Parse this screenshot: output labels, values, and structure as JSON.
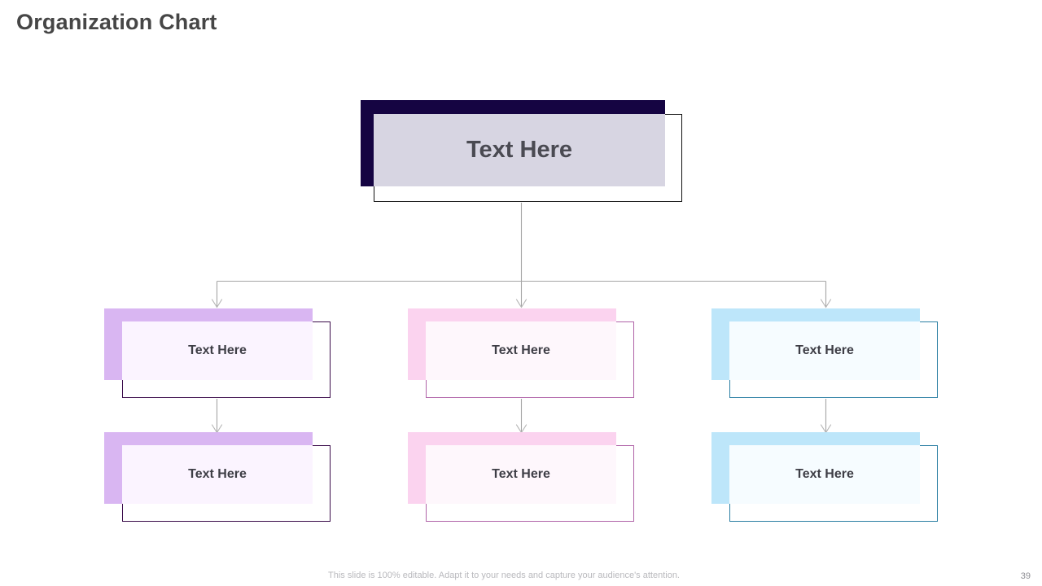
{
  "slide": {
    "title": "Organization Chart",
    "page_number": "39",
    "footer_note": "This slide is 100% editable. Adapt it to your needs and capture your audience's attention.",
    "background_color": "#ffffff"
  },
  "chart_data": {
    "type": "diagram",
    "diagram_kind": "organization-chart",
    "title": "Organization Chart",
    "levels": 3,
    "branches": 3,
    "nodes": [
      {
        "id": "root",
        "level": 1,
        "label": "Text Here",
        "shadow_color": "#150442",
        "fill_color": "#d7d5e2",
        "border_color": "#111111"
      },
      {
        "id": "l2-left",
        "level": 2,
        "branch": "left",
        "label": "Text Here",
        "shadow_color": "#d9b6f2",
        "fill_color": "#fbf4ff",
        "border_color": "#3a0b4a"
      },
      {
        "id": "l2-mid",
        "level": 2,
        "branch": "middle",
        "label": "Text Here",
        "shadow_color": "#fbd3ef",
        "fill_color": "#fef7fc",
        "border_color": "#b063a8"
      },
      {
        "id": "l2-right",
        "level": 2,
        "branch": "right",
        "label": "Text Here",
        "shadow_color": "#bde6fa",
        "fill_color": "#f6fcff",
        "border_color": "#2b7fa3"
      },
      {
        "id": "l3-left",
        "level": 3,
        "branch": "left",
        "label": "Text Here",
        "shadow_color": "#d9b6f2",
        "fill_color": "#fbf4ff",
        "border_color": "#3a0b4a"
      },
      {
        "id": "l3-mid",
        "level": 3,
        "branch": "middle",
        "label": "Text Here",
        "shadow_color": "#fbd3ef",
        "fill_color": "#fef7fc",
        "border_color": "#b063a8"
      },
      {
        "id": "l3-right",
        "level": 3,
        "branch": "right",
        "label": "Text Here",
        "shadow_color": "#bde6fa",
        "fill_color": "#f6fcff",
        "border_color": "#2b7fa3"
      }
    ],
    "edges": [
      {
        "from": "root",
        "to": "l2-left"
      },
      {
        "from": "root",
        "to": "l2-mid"
      },
      {
        "from": "root",
        "to": "l2-right"
      },
      {
        "from": "l2-left",
        "to": "l3-left"
      },
      {
        "from": "l2-mid",
        "to": "l3-mid"
      },
      {
        "from": "l2-right",
        "to": "l3-right"
      }
    ],
    "connector_color": "#a6a6a6"
  }
}
